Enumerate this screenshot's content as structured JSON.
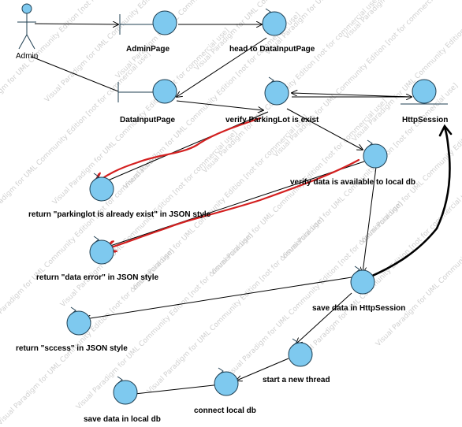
{
  "diagram": {
    "actor": {
      "label": "Admin"
    },
    "nodes": [
      {
        "id": "admin_page",
        "label": "AdminPage",
        "kind": "boundary"
      },
      {
        "id": "head_to_datainput",
        "label": "head to DataInputPage",
        "kind": "control"
      },
      {
        "id": "datainput_page",
        "label": "DataInputPage",
        "kind": "boundary"
      },
      {
        "id": "verify_parkinglot",
        "label": "verify ParkingLot is exist",
        "kind": "control"
      },
      {
        "id": "http_session",
        "label": "HttpSession",
        "kind": "entity"
      },
      {
        "id": "verify_data",
        "label": "verify data is available to local db",
        "kind": "control"
      },
      {
        "id": "return_exist",
        "label": "return \"parkinglot is already exist\" in JSON style",
        "kind": "control"
      },
      {
        "id": "return_error",
        "label": "return \"data error\" in JSON style",
        "kind": "control"
      },
      {
        "id": "save_session",
        "label": "save data in HttpSession",
        "kind": "control"
      },
      {
        "id": "return_success",
        "label": "return \"sccess\" in JSON style",
        "kind": "control"
      },
      {
        "id": "start_thread",
        "label": "start a new thread",
        "kind": "control"
      },
      {
        "id": "connect_db",
        "label": "connect local db",
        "kind": "control"
      },
      {
        "id": "save_local",
        "label": "save data in local db",
        "kind": "control"
      }
    ],
    "watermark": "Visual Paradigm for UML Community Edition [not for commercial use]",
    "colors": {
      "node_fill": "#7ec9ef",
      "node_stroke": "#1f3f52",
      "line": "#000000",
      "annotation_red": "#d42020",
      "annotation_black": "#000000"
    }
  }
}
